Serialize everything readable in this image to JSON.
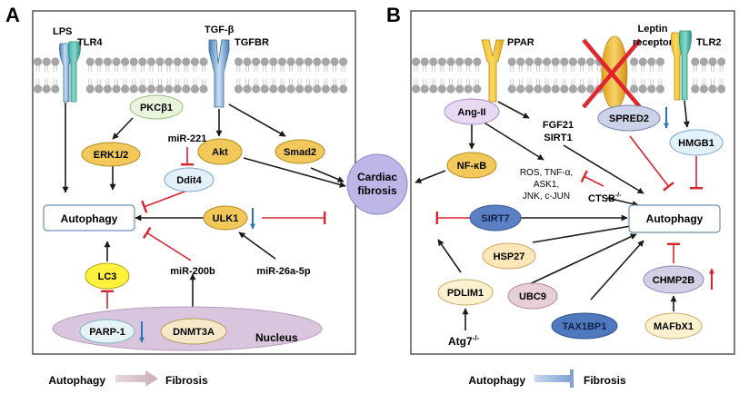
{
  "panel_a": {
    "letter": "A",
    "labels": {
      "lps": "LPS",
      "tlr4": "TLR4",
      "tgfb": "TGF-β",
      "tgfbr": "TGFBR",
      "mir221": "miR-221",
      "mir200b": "miR-200b",
      "mir26a": "miR-26a-5p",
      "nucleus": "Nucleus"
    },
    "nodes": {
      "pkcb1": "PKCβ1",
      "erk12": "ERK1/2",
      "akt": "Akt",
      "smad2": "Smad2",
      "ddit4": "Ddit4",
      "autophagy": "Autophagy",
      "ulk1": "ULK1",
      "lc3": "LC3",
      "parp1": "PARP-1",
      "dnmt3a": "DNMT3A"
    },
    "legend": {
      "left": "Autophagy",
      "right": "Fibrosis"
    }
  },
  "center": {
    "line1": "Cardiac",
    "line2": "fibrosis"
  },
  "panel_b": {
    "letter": "B",
    "labels": {
      "ppar": "PPAR",
      "leptin1": "Leptin",
      "leptin2": "receptor",
      "tlr2": "TLR2",
      "fgf21": "FGF21",
      "sirt1": "SIRT1",
      "ros1": "ROS, TNF-α,",
      "ros2": "ASK1,",
      "ros3": "JNK, c-JUN",
      "ctsb": "CTSB",
      "ctsb_sup": "-/-",
      "atg7": "Atg7",
      "atg7_sup": "-/-"
    },
    "nodes": {
      "angii": "Ang-II",
      "spred2": "SPRED2",
      "hmgb1": "HMGB1",
      "nfkb": "NF-κB",
      "sirt7": "SIRT7",
      "autophagy": "Autophagy",
      "hsp27": "HSP27",
      "ubc9": "UBC9",
      "pdlim1": "PDLIM1",
      "chmp2b": "CHMP2B",
      "tax1bp1": "TAX1BP1",
      "mafbx1": "MAFbX1"
    },
    "legend": {
      "left": "Autophagy",
      "right": "Fibrosis"
    }
  },
  "colors": {
    "black": "#1a1a1a",
    "red": "#d9232d",
    "blue": "#2e75b6",
    "panel_border": "#555555",
    "membrane_bead": "#a6a6a6",
    "yellow_node": "#f2c85b",
    "purple_node": "#e3d3ef",
    "nucleus": "#d9c6de",
    "cardiac": "#bdb7e8",
    "legend_a_arrow": "#d6c3c8",
    "legend_b_bar": "#9db8dd"
  }
}
